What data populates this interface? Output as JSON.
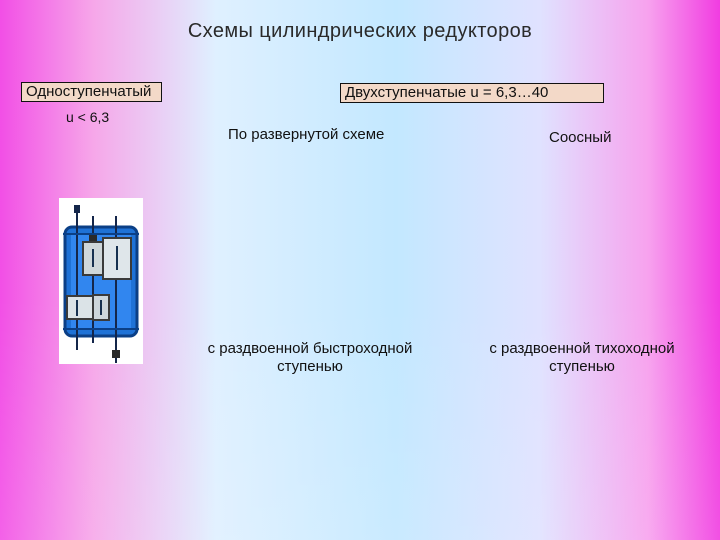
{
  "slide": {
    "title": "Схемы цилиндрических редукторов",
    "single_stage": {
      "label": "Одноступенчатый",
      "ratio": "u < 6,3"
    },
    "two_stage": {
      "label": "Двухступенчатые  u = 6,3…40"
    },
    "schemes": {
      "expanded": "По развернутой схеме",
      "coaxial": "Соосный",
      "split_fast": "с раздвоенной быстроходной ступенью",
      "split_slow": "с раздвоенной тихоходной ступенью"
    },
    "colors": {
      "background_left": "#f24fe6",
      "background_center": "#c3e8ff",
      "background_right": "#f13ce1",
      "label_box": "#f3d9c8",
      "gearbox_blue": "#1f72d6"
    },
    "icons": {
      "gearbox": "gearbox-diagram-icon"
    }
  }
}
